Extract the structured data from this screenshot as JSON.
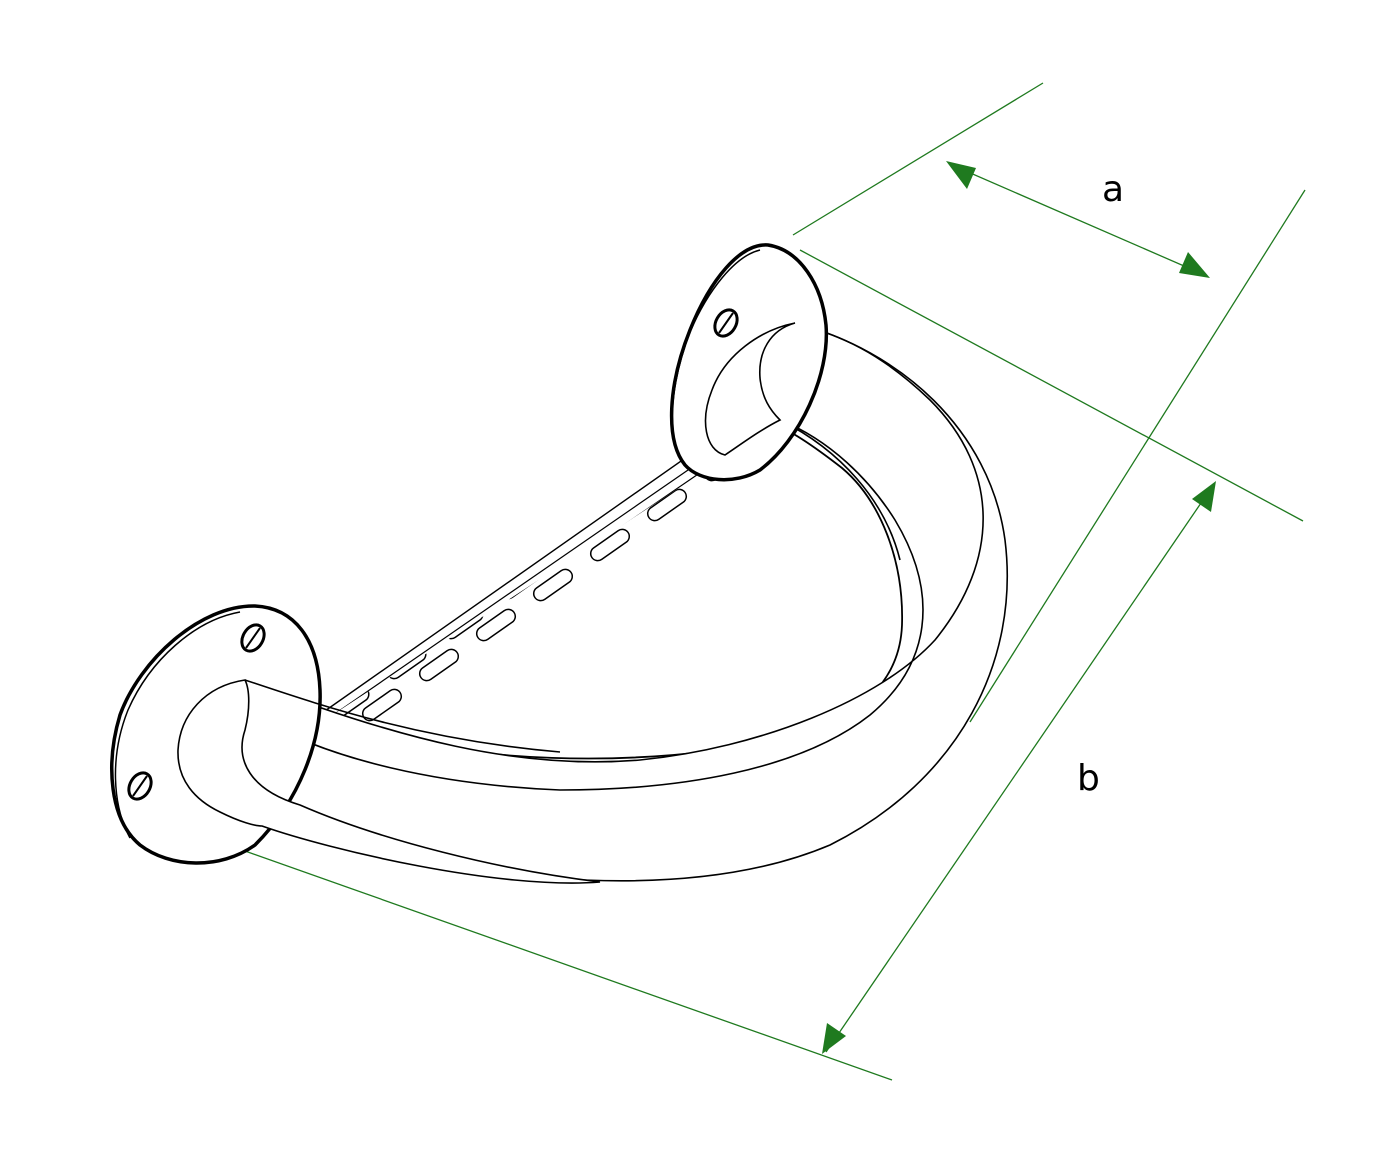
{
  "dimensions": {
    "a": {
      "label": "a"
    },
    "b": {
      "label": "b"
    }
  },
  "colors": {
    "outline": "#000000",
    "dimension_line": "#1f7a1f",
    "background": "#ffffff"
  },
  "icons": {
    "arrow": "filled-arrowhead",
    "screw": "slotted-screw-head"
  }
}
